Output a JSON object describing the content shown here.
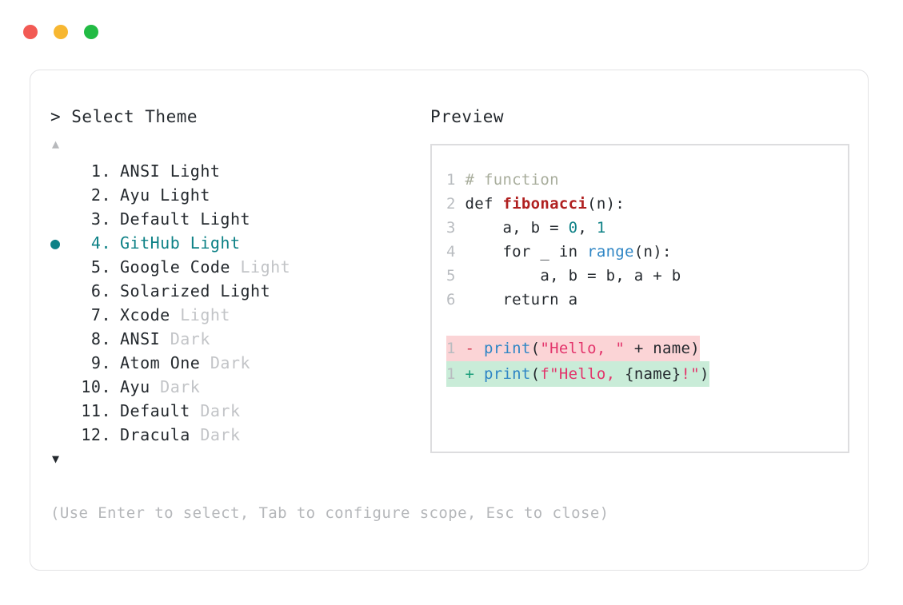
{
  "window": {
    "traffic_lights": [
      {
        "name": "close-button",
        "color": "#f25a54"
      },
      {
        "name": "minimize-button",
        "color": "#f7b731"
      },
      {
        "name": "maximize-button",
        "color": "#22bb44"
      }
    ]
  },
  "picker": {
    "prompt": "> Select Theme",
    "scroll_up_indicator": "▲",
    "scroll_down_indicator": "▼",
    "selected_index": 4,
    "selected_bullet": "●",
    "accent_color": "#0d8186",
    "items": [
      {
        "num": "1.",
        "name": "ANSI",
        "suffix": "Light",
        "suffix_muted": false,
        "selected": false,
        "bullet": ""
      },
      {
        "num": "2.",
        "name": "Ayu",
        "suffix": "Light",
        "suffix_muted": false,
        "selected": false,
        "bullet": ""
      },
      {
        "num": "3.",
        "name": "Default",
        "suffix": "Light",
        "suffix_muted": false,
        "selected": false,
        "bullet": ""
      },
      {
        "num": "4.",
        "name": "GitHub",
        "suffix": "Light",
        "suffix_muted": false,
        "selected": true,
        "bullet": "●"
      },
      {
        "num": "5.",
        "name": "Google Code",
        "suffix": "Light",
        "suffix_muted": true,
        "selected": false,
        "bullet": ""
      },
      {
        "num": "6.",
        "name": "Solarized",
        "suffix": "Light",
        "suffix_muted": false,
        "selected": false,
        "bullet": ""
      },
      {
        "num": "7.",
        "name": "Xcode",
        "suffix": "Light",
        "suffix_muted": true,
        "selected": false,
        "bullet": ""
      },
      {
        "num": "8.",
        "name": "ANSI",
        "suffix": "Dark",
        "suffix_muted": true,
        "selected": false,
        "bullet": ""
      },
      {
        "num": "9.",
        "name": "Atom One",
        "suffix": "Dark",
        "suffix_muted": true,
        "selected": false,
        "bullet": ""
      },
      {
        "num": "10.",
        "name": "Ayu",
        "suffix": "Dark",
        "suffix_muted": true,
        "selected": false,
        "bullet": ""
      },
      {
        "num": "11.",
        "name": "Default",
        "suffix": "Dark",
        "suffix_muted": true,
        "selected": false,
        "bullet": ""
      },
      {
        "num": "12.",
        "name": "Dracula",
        "suffix": "Dark",
        "suffix_muted": true,
        "selected": false,
        "bullet": ""
      }
    ],
    "hint": "(Use Enter to select, Tab to configure scope, Esc to close)"
  },
  "preview": {
    "label": "Preview",
    "code_lines": [
      {
        "ln": "1",
        "tokens": [
          {
            "t": "# function",
            "c": "comment"
          }
        ]
      },
      {
        "ln": "2",
        "tokens": [
          {
            "t": "def ",
            "c": "plain"
          },
          {
            "t": "fibonacci",
            "c": "func"
          },
          {
            "t": "(n):",
            "c": "plain"
          }
        ]
      },
      {
        "ln": "3",
        "tokens": [
          {
            "t": "    a, b = ",
            "c": "plain"
          },
          {
            "t": "0",
            "c": "num"
          },
          {
            "t": ", ",
            "c": "plain"
          },
          {
            "t": "1",
            "c": "num"
          }
        ]
      },
      {
        "ln": "4",
        "tokens": [
          {
            "t": "    for _ in ",
            "c": "plain"
          },
          {
            "t": "range",
            "c": "builtin"
          },
          {
            "t": "(n):",
            "c": "plain"
          }
        ]
      },
      {
        "ln": "5",
        "tokens": [
          {
            "t": "        a, b = b, a + b",
            "c": "plain"
          }
        ]
      },
      {
        "ln": "6",
        "tokens": [
          {
            "t": "    return a",
            "c": "plain"
          }
        ]
      }
    ],
    "diff_lines": [
      {
        "ln": "1",
        "kind": "del",
        "marker": "-",
        "bg": "#fbd4d6",
        "tokens": [
          {
            "t": "print",
            "c": "builtin"
          },
          {
            "t": "(",
            "c": "plain"
          },
          {
            "t": "\"Hello, \"",
            "c": "str"
          },
          {
            "t": " + name)",
            "c": "plain"
          }
        ]
      },
      {
        "ln": "1",
        "kind": "add",
        "marker": "+",
        "bg": "#c9ecd8",
        "tokens": [
          {
            "t": "print",
            "c": "builtin"
          },
          {
            "t": "(",
            "c": "plain"
          },
          {
            "t": "f\"Hello, ",
            "c": "str"
          },
          {
            "t": "{name}",
            "c": "plain"
          },
          {
            "t": "!\"",
            "c": "str"
          },
          {
            "t": ")",
            "c": "plain"
          }
        ]
      }
    ]
  }
}
